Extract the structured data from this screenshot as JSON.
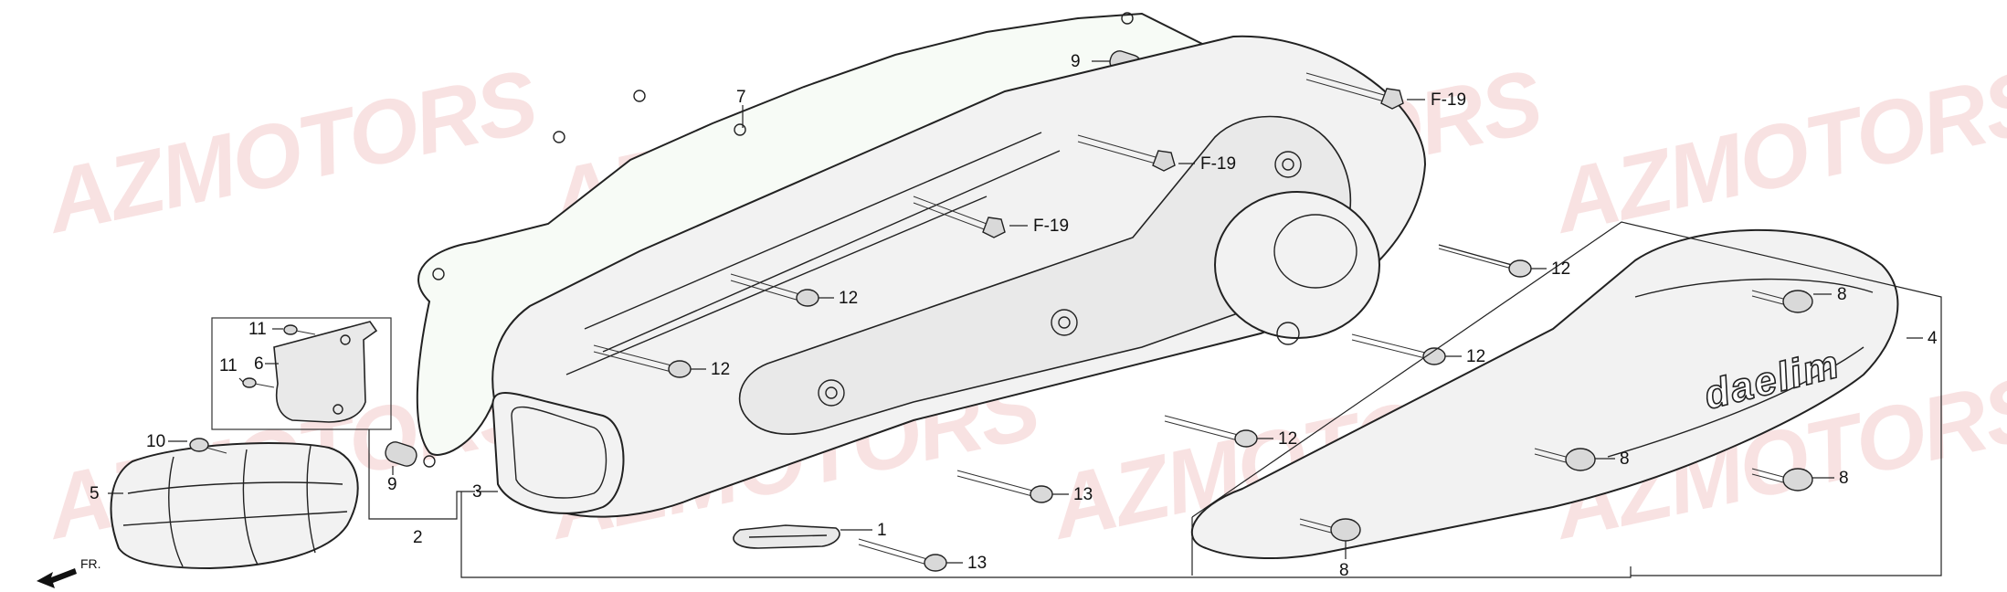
{
  "watermark": "AZMOTORS",
  "brand_logo": "daelim",
  "direction_label": "FR.",
  "callouts": {
    "c1": "1",
    "c2": "2",
    "c3": "3",
    "c4": "4",
    "c5": "5",
    "c6": "6",
    "c7": "7",
    "c8": "8",
    "c9": "9",
    "c10": "10",
    "c11": "11",
    "c12": "12",
    "c13": "13",
    "cF19": "F-19"
  },
  "colors": {
    "watermark": "#f3cccc",
    "line": "#222222",
    "part_fill": "#f2f2f2"
  },
  "icons": {
    "direction": "arrow-left-icon"
  }
}
